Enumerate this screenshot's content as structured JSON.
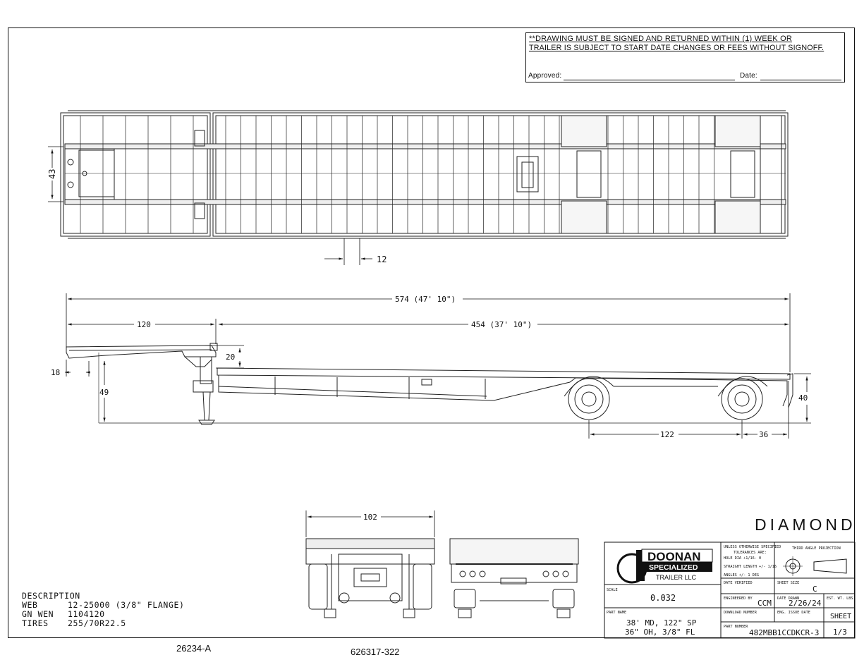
{
  "notice": {
    "line1": "**DRAWING MUST BE SIGNED AND RETURNED WITHIN (1) WEEK OR",
    "line2": "TRAILER IS SUBJECT TO START DATE CHANGES OR FEES WITHOUT SIGNOFF.",
    "approved_label": "Approved:",
    "date_label": "Date:"
  },
  "dimensions": {
    "width_top": "43",
    "crossmember": "12",
    "overall_length": "574 (47' 10\")",
    "deck_front": "120",
    "deck_rear": "454 (37' 10\")",
    "neck_height": "20",
    "front_overhang": "18",
    "gooseneck_height": "49",
    "axle_spread": "122",
    "rear_overhang": "36",
    "deck_height": "40",
    "overall_width": "102"
  },
  "description": {
    "header": "DESCRIPTION",
    "rows": [
      {
        "label": "WEB",
        "value": "12-25000 (3/8\" FLANGE)"
      },
      {
        "label": "GN WEN",
        "value": "1104120"
      },
      {
        "label": "TIRES",
        "value": "255/70R22.5"
      }
    ]
  },
  "footer": {
    "ref_left": "26234-A",
    "ref_center": "626317-322"
  },
  "brand": {
    "model": "DIAMOND",
    "company_line1": "DOONAN",
    "company_line2": "SPECIALIZED",
    "company_line3": "TRAILER LLC"
  },
  "title_block": {
    "tolerance_lines": [
      "UNLESS OTHERWISE SPECIFIED",
      "TOLERANCES ARE:",
      "HOLE DIA +1/16- 0",
      "STRAIGHT LENGTH +/- 1/16",
      "ANGLES +/- 1 DEG"
    ],
    "projection_label": "THIRD ANGLE PROJECTION",
    "date_verified_label": "DATE VERIFIED",
    "sheet_size_label": "SHEET SIZE",
    "sheet_size": "C",
    "scale_label": "SCALE",
    "scale": "0.032",
    "engineered_by_label": "ENGINEERED BY",
    "engineered_by": "CCM",
    "date_drawn_label": "DATE DRAWN",
    "date_drawn": "2/26/24",
    "est_wt_label": "EST. WT. LBS",
    "part_name_label": "PART NAME",
    "part_name_line1": "38' MD, 122\" SP",
    "part_name_line2": "36\" OH, 3/8\" FL",
    "download_number_label": "DOWNLOAD NUMBER",
    "eng_issue_date_label": "ENG. ISSUE DATE",
    "part_number_label": "PART NUMBER",
    "part_number": "482MBB1CCDKCR-3",
    "sheet_label": "SHEET",
    "sheet": "1/3"
  }
}
